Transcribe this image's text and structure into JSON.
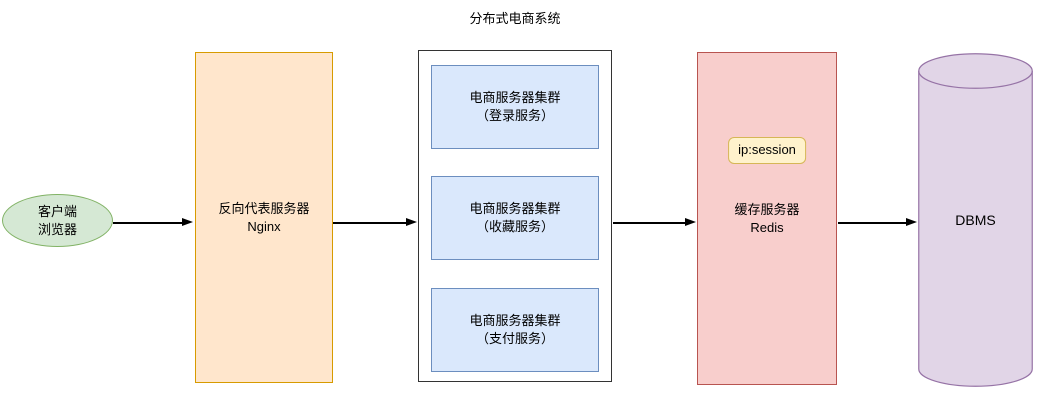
{
  "diagram": {
    "title": "分布式电商系统",
    "client": {
      "line1": "客户端",
      "line2": "浏览器",
      "fill": "#d5e8d4",
      "stroke": "#82b366"
    },
    "nginx": {
      "line1": "反向代表服务器",
      "line2": "Nginx",
      "fill": "#ffe6cc",
      "stroke": "#d79b00"
    },
    "cluster": {
      "fill": "#dae8fc",
      "stroke": "#6c8ebf",
      "items": [
        {
          "line1": "电商服务器集群",
          "line2": "（登录服务）"
        },
        {
          "line1": "电商服务器集群",
          "line2": "（收藏服务）"
        },
        {
          "line1": "电商服务器集群",
          "line2": "（支付服务）"
        }
      ]
    },
    "redis": {
      "badge": "ip:session",
      "badge_fill": "#fff2cc",
      "badge_stroke": "#d6b656",
      "line1": "缓存服务器",
      "line2": "Redis",
      "fill": "#f8cecc",
      "stroke": "#b85450"
    },
    "dbms": {
      "label": "DBMS",
      "fill": "#e1d5e7",
      "stroke": "#9673a6"
    },
    "colors": {
      "arrow": "#000000",
      "container_border": "#333333",
      "background": "#ffffff"
    }
  }
}
